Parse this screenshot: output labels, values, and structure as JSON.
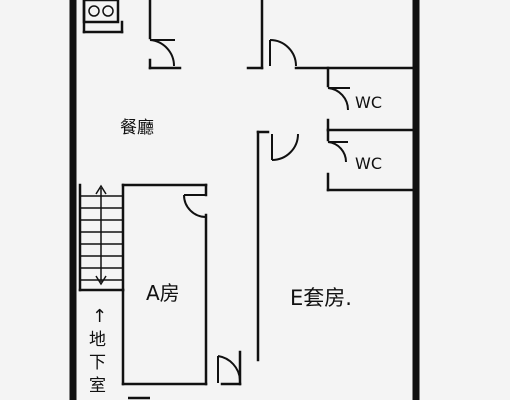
{
  "rooms": {
    "dining": "餐廳",
    "room_a": "A房",
    "room_e": "E套房.",
    "wc_upper": "WC",
    "wc_lower": "WC"
  },
  "stairs": {
    "arrow": "↑",
    "label_chars": [
      "地",
      "下",
      "室"
    ]
  },
  "colors": {
    "wall": "#111111",
    "background": "#f4f4f4"
  }
}
